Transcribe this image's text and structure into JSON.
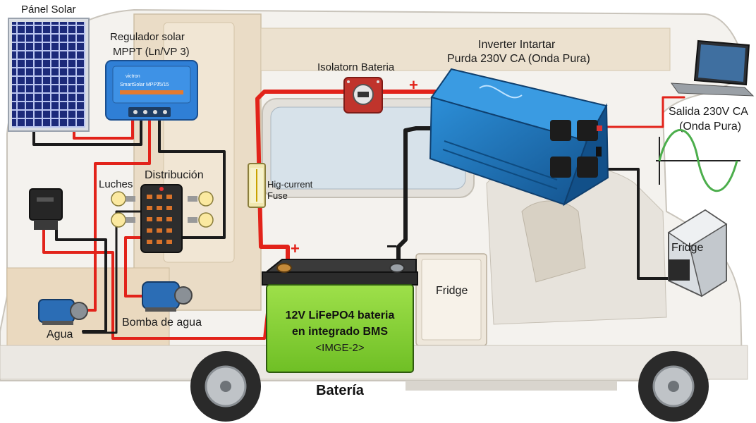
{
  "labels": {
    "solar_panel": "Pánel Solar",
    "regulator_line1": "Regulador solar",
    "regulator_line2": "MPPT (Ln/VP 3)",
    "isolator": "Isolatorn Bateria",
    "inverter_line1": "Inverter Intartar",
    "inverter_line2": "Purda 230V CA (Onda Pura)",
    "output_line1": "Salida 230V CA",
    "output_line2": "(Onda Pura)",
    "lights": "Luches",
    "distribution": "Distribución",
    "fuse_line1": "Hig-current",
    "fuse_line2": "Fuse",
    "fridge_right": "Fridge",
    "fridge_cabinet": "Fridge",
    "water": "Agua",
    "water_pump": "Bomba de agua",
    "battery_line1": "12V LiFePO4 bateria",
    "battery_line2": "en integrado BMS",
    "battery_line3": "<IMGE-2>",
    "battery_caption": "Batería",
    "plus_isolator": "+",
    "plus_battery": "+",
    "minus_battery": "−"
  },
  "device_text": {
    "regulator_brand": "victron",
    "regulator_model": "SmartSolar MPPT",
    "regulator_spec": "75/15",
    "inverter_brand": "",
    "inverter_face": ""
  },
  "colors": {
    "positive_wire": "#e2231a",
    "negative_wire": "#1b1b1b",
    "inverter": "#1d6fb3",
    "regulator": "#2f7fd6",
    "battery_body": "#8dd63a",
    "battery_top": "#2b2b2b",
    "sine_wave": "#4cae4c",
    "van_body": "#f2f0ec"
  },
  "icons": [
    "solar-panel-icon",
    "mppt-regulator-icon",
    "battery-isolator-switch-icon",
    "pure-sine-inverter-icon",
    "laptop-icon",
    "sine-wave-icon",
    "fuse-icon",
    "fuse-box-icon",
    "light-bulb-icon",
    "relay-icon",
    "water-pump-icon",
    "fridge-icon",
    "battery-icon",
    "wheel-icon"
  ]
}
